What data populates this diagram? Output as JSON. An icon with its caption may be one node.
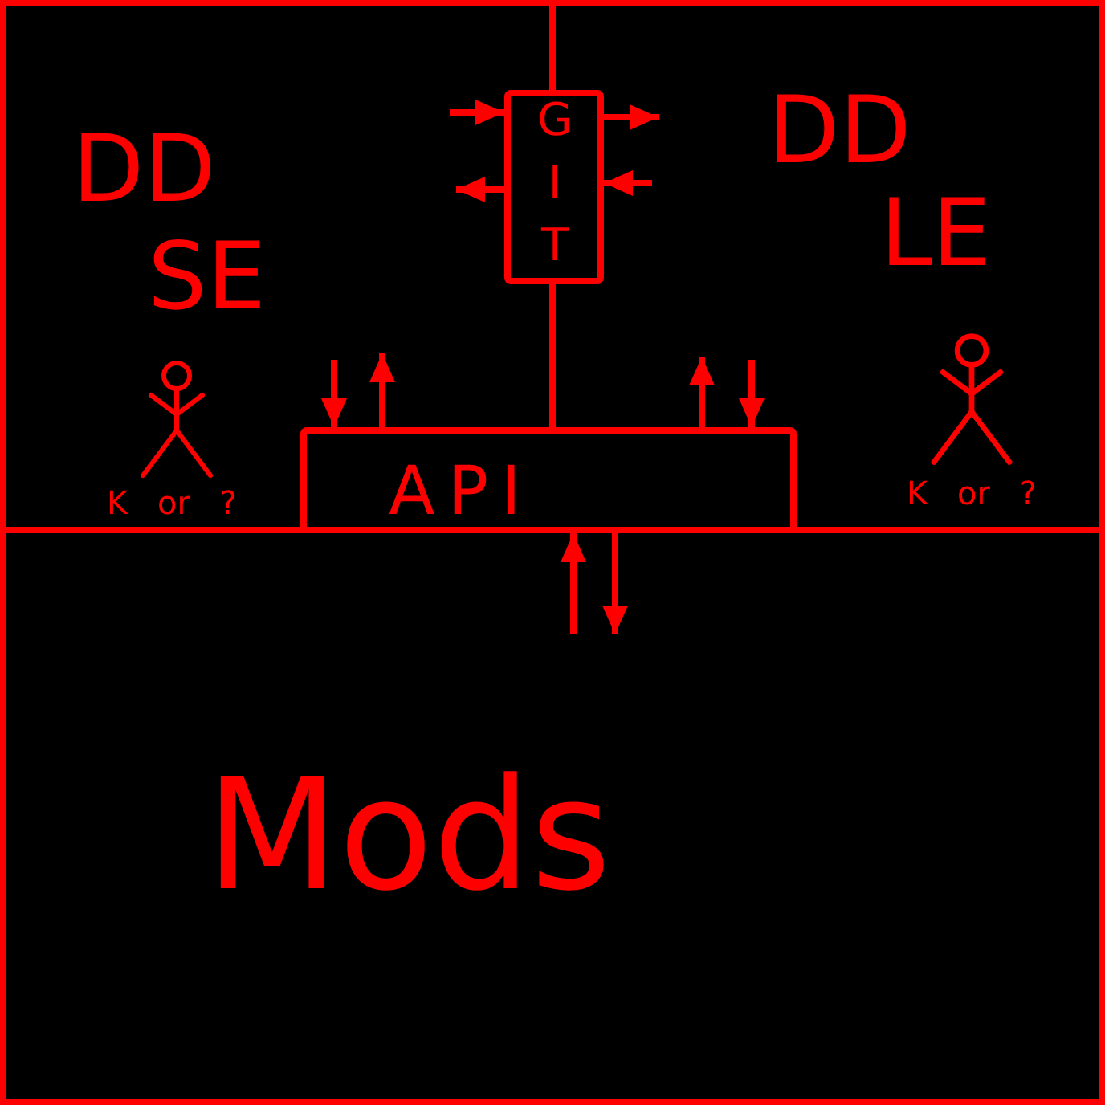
{
  "diagram": {
    "nodes": [
      {
        "text": [
          "DD SE"
        ]
      },
      {
        "text": [
          "GIT"
        ]
      },
      {
        "text": [
          "DD LE"
        ]
      },
      {
        "text": [
          "API"
        ]
      },
      {
        "text": [
          "Mods"
        ]
      }
    ],
    "edges": [
      {
        "from": 0,
        "to": 1,
        "arrow": "to"
      },
      {
        "from": 1,
        "to": 2,
        "arrow": "to"
      },
      {
        "from": 1,
        "to": 0,
        "arrow": "to"
      },
      {
        "from": 2,
        "to": 1,
        "arrow": "to"
      },
      {
        "from": 1,
        "to": 3,
        "arrow": "none"
      },
      {
        "from": 0,
        "to": 3,
        "arrow": "to"
      },
      {
        "from": 3,
        "to": 0,
        "arrow": "to"
      },
      {
        "from": 3,
        "to": 2,
        "arrow": "to"
      },
      {
        "from": 2,
        "to": 3,
        "arrow": "to"
      },
      {
        "from": 4,
        "to": 3,
        "arrow": "to"
      },
      {
        "from": 3,
        "to": 4,
        "arrow": "to"
      }
    ],
    "labels": [
      "K or ?",
      "K or ?"
    ]
  }
}
